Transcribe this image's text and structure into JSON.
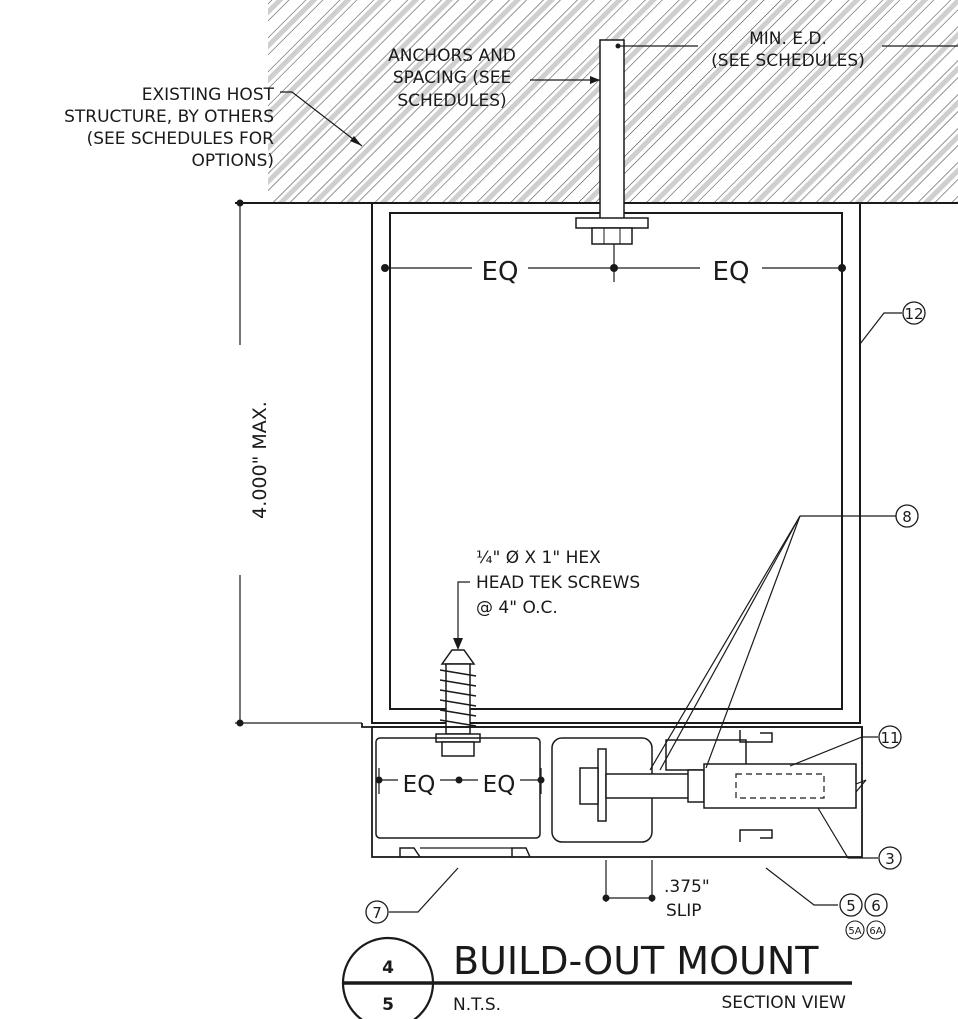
{
  "notes": {
    "host_structure": [
      "EXISTING HOST",
      "STRUCTURE, BY OTHERS",
      "(SEE SCHEDULES FOR",
      "OPTIONS)"
    ],
    "anchors": [
      "ANCHORS AND",
      "SPACING (SEE",
      "SCHEDULES)"
    ],
    "min_ed": [
      "MIN. E.D.",
      "(SEE SCHEDULES)"
    ],
    "screws": [
      "¼\" Ø X 1\" HEX",
      "HEAD TEK SCREWS",
      "@ 4\" O.C."
    ],
    "slip_value": ".375\"",
    "slip_label": "SLIP"
  },
  "dimensions": {
    "height": "4.000\" MAX.",
    "eq": "EQ"
  },
  "callouts": {
    "c12": "12",
    "c8": "8",
    "c11": "11",
    "c3": "3",
    "c7": "7",
    "c5": "5",
    "c6": "6",
    "c5a": "5A",
    "c6a": "6A"
  },
  "title_block": {
    "detail_number": "4",
    "sheet_number": "5",
    "title": "BUILD-OUT MOUNT",
    "scale": "N.T.S.",
    "view": "SECTION VIEW"
  }
}
